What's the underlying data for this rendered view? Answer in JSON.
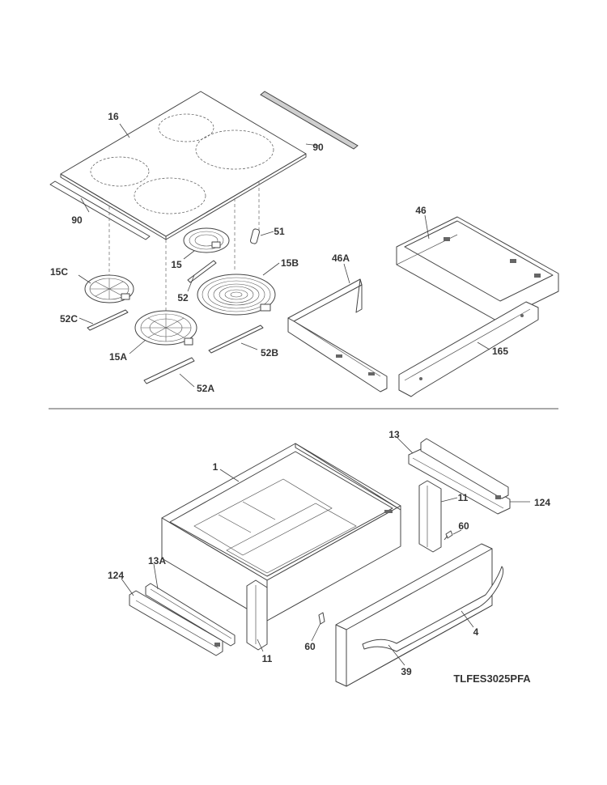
{
  "model_code": "TLFES3025PFA",
  "callouts": {
    "c16": "16",
    "c90a": "90",
    "c90b": "90",
    "c51": "51",
    "c15": "15",
    "c52": "52",
    "c15b": "15B",
    "c15c": "15C",
    "c52c": "52C",
    "c15a": "15A",
    "c52b": "52B",
    "c52a": "52A",
    "c46": "46",
    "c46a": "46A",
    "c165": "165",
    "c1": "1",
    "c13": "13",
    "c11a": "11",
    "c124a": "124",
    "c60a": "60",
    "c13a": "13A",
    "c124b": "124",
    "c11b": "11",
    "c60b": "60",
    "c4": "4",
    "c39": "39"
  },
  "colors": {
    "line": "#444444",
    "text": "#333333",
    "divider": "#555555"
  }
}
